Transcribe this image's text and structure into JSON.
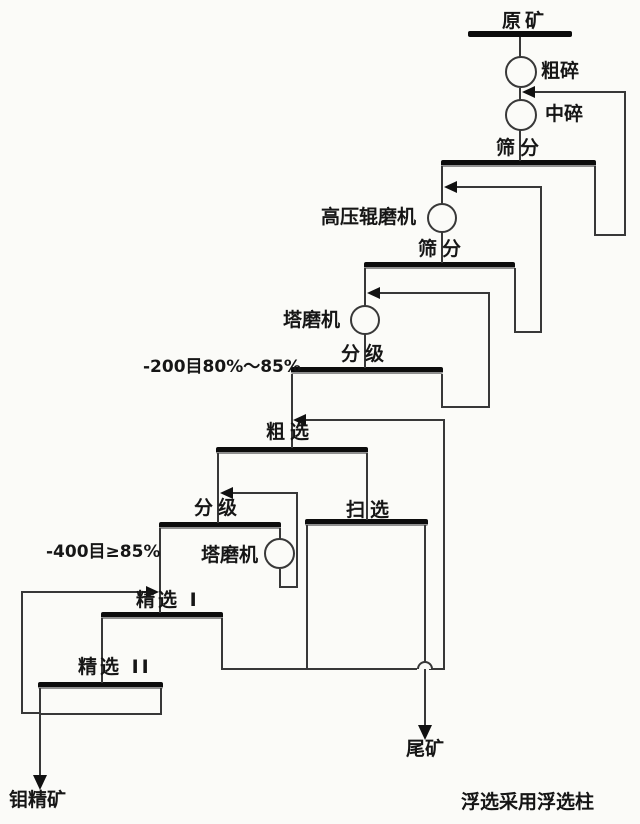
{
  "note": "浮选采用浮选柱",
  "colors": {
    "background": "#fbfbf8",
    "line": "#383838",
    "bar": "#0c0c0c",
    "bar_shadow": "#8f8f8f",
    "text": "#161616"
  },
  "nodes": {
    "raw_ore": "原矿",
    "coarse_crushing": "粗碎",
    "medium_crushing": "中碎",
    "screening_1": "筛分",
    "hpgr": "高压辊磨机",
    "screening_2": "筛分",
    "tower_mill_1": "塔磨机",
    "classification_1": "分级",
    "grind_fineness_1": "-200目80%～85%",
    "roughing": "粗选",
    "classification_2": "分级",
    "scavenging": "扫选",
    "grind_fineness_2": "-400目≥85%",
    "tower_mill_2": "塔磨机",
    "cleaning_1": "精选 I",
    "cleaning_2": "精选 II",
    "tailings": "尾矿",
    "moly_concentrate": "钼精矿"
  }
}
